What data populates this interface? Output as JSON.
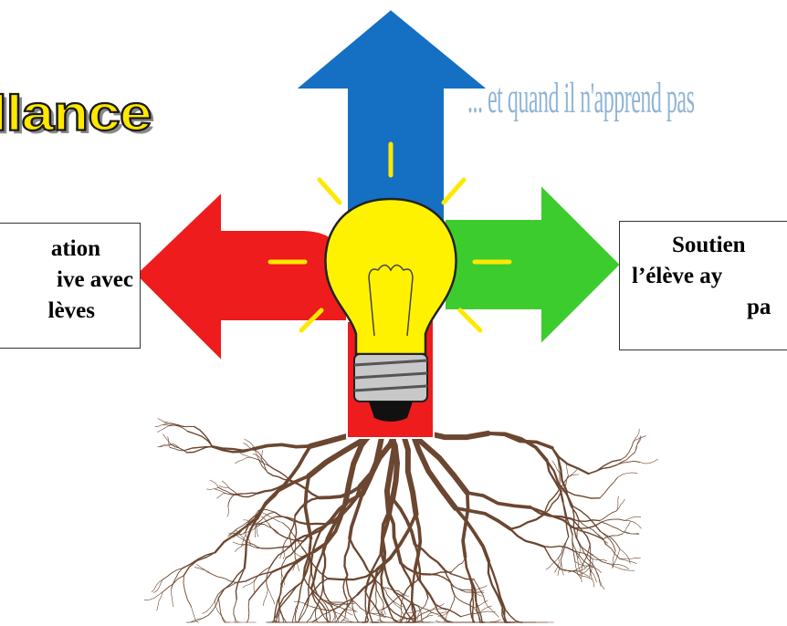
{
  "left_title": "llance",
  "right_title": "... et quand il n'apprend pas",
  "left_box": {
    "lines": [
      "ation",
      "ive avec",
      "lèves"
    ]
  },
  "right_box": {
    "lines": [
      "Soutien",
      "l’élève ay",
      "pa"
    ]
  },
  "colors": {
    "arrow_up": "#1570c4",
    "arrow_left": "#ee1c1c",
    "arrow_right": "#3ccc2e",
    "stem": "#ee1c1c",
    "bulb": "#fff200",
    "rays": "#ffe800",
    "roots": "#6b4630"
  }
}
